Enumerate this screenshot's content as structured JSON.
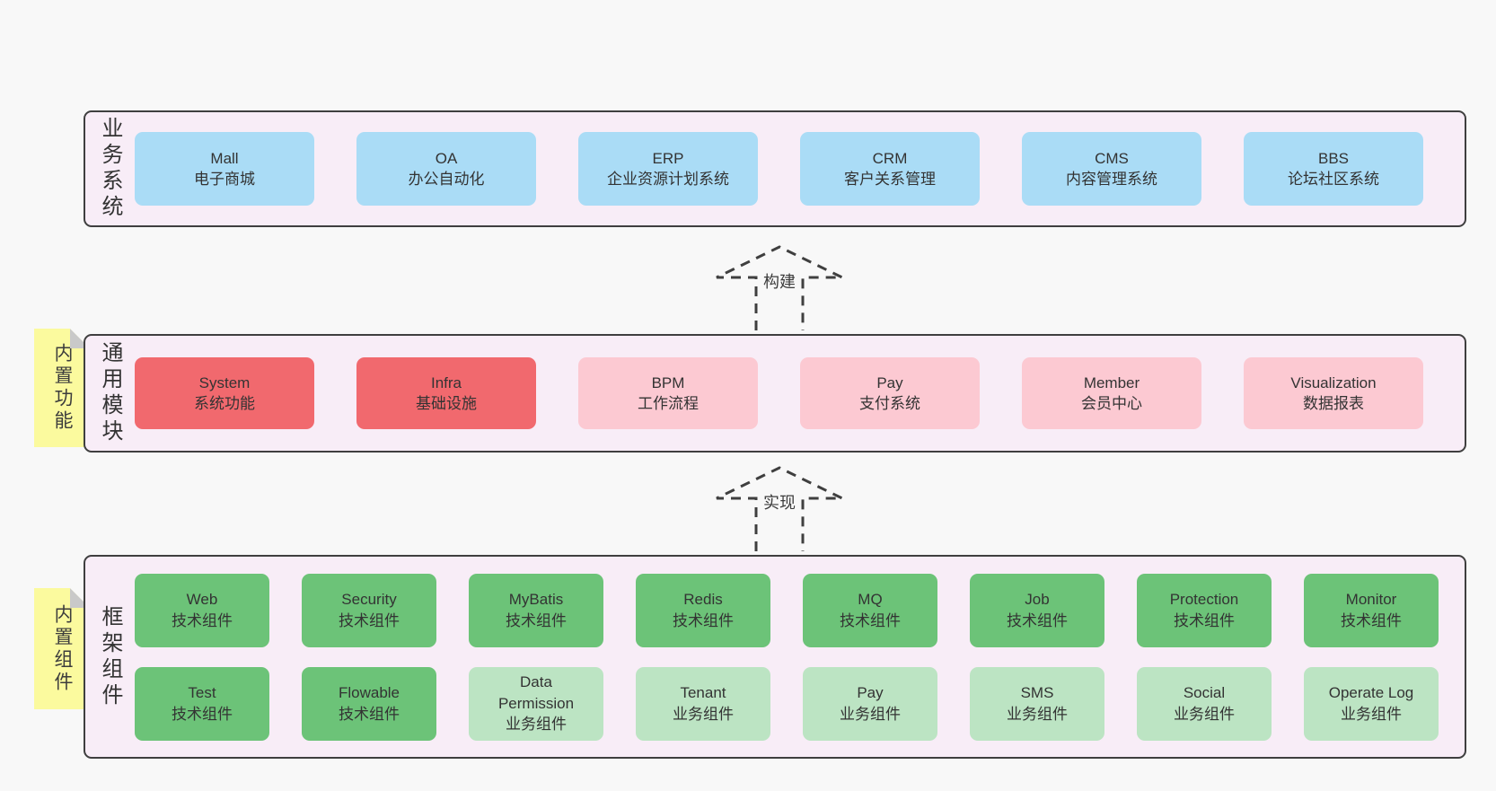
{
  "arrows": {
    "build": "构建",
    "implement": "实现"
  },
  "colors": {
    "page_bg": "#f8f8f8",
    "panel_bg": "#f8edf7",
    "panel_border": "#3f3f3f",
    "blue": "#aadcf6",
    "red": "#f1696e",
    "pink": "#fcc9d2",
    "green": "#6cc378",
    "green_light": "#bce4c3",
    "note_yellow": "#fbfa9e",
    "fold_gray": "#c9c9c9"
  },
  "sections": {
    "business": {
      "label_vertical": "业务系统",
      "boxes": [
        {
          "name": "Mall",
          "desc": "电子商城",
          "variant": "blue"
        },
        {
          "name": "OA",
          "desc": "办公自动化",
          "variant": "blue"
        },
        {
          "name": "ERP",
          "desc": "企业资源计划系统",
          "variant": "blue"
        },
        {
          "name": "CRM",
          "desc": "客户关系管理",
          "variant": "blue"
        },
        {
          "name": "CMS",
          "desc": "内容管理系统",
          "variant": "blue"
        },
        {
          "name": "BBS",
          "desc": "论坛社区系统",
          "variant": "blue"
        }
      ]
    },
    "modules": {
      "label_vertical": "通用模块",
      "note": "内置功能",
      "boxes": [
        {
          "name": "System",
          "desc": "系统功能",
          "variant": "red"
        },
        {
          "name": "Infra",
          "desc": "基础设施",
          "variant": "red"
        },
        {
          "name": "BPM",
          "desc": "工作流程",
          "variant": "pink"
        },
        {
          "name": "Pay",
          "desc": "支付系统",
          "variant": "pink"
        },
        {
          "name": "Member",
          "desc": "会员中心",
          "variant": "pink"
        },
        {
          "name": "Visualization",
          "desc": "数据报表",
          "variant": "pink"
        }
      ]
    },
    "framework": {
      "label_vertical": "框架组件",
      "note": "内置组件",
      "rows": [
        [
          {
            "name": "Web",
            "desc": "技术组件",
            "variant": "green"
          },
          {
            "name": "Security",
            "desc": "技术组件",
            "variant": "green"
          },
          {
            "name": "MyBatis",
            "desc": "技术组件",
            "variant": "green"
          },
          {
            "name": "Redis",
            "desc": "技术组件",
            "variant": "green"
          },
          {
            "name": "MQ",
            "desc": "技术组件",
            "variant": "green"
          },
          {
            "name": "Job",
            "desc": "技术组件",
            "variant": "green"
          },
          {
            "name": "Protection",
            "desc": "技术组件",
            "variant": "green"
          },
          {
            "name": "Monitor",
            "desc": "技术组件",
            "variant": "green"
          }
        ],
        [
          {
            "name": "Test",
            "desc": "技术组件",
            "variant": "green"
          },
          {
            "name": "Flowable",
            "desc": "技术组件",
            "variant": "green"
          },
          {
            "name": "Data Permission",
            "desc": "业务组件",
            "variant": "green-light"
          },
          {
            "name": "Tenant",
            "desc": "业务组件",
            "variant": "green-light"
          },
          {
            "name": "Pay",
            "desc": "业务组件",
            "variant": "green-light"
          },
          {
            "name": "SMS",
            "desc": "业务组件",
            "variant": "green-light"
          },
          {
            "name": "Social",
            "desc": "业务组件",
            "variant": "green-light"
          },
          {
            "name": "Operate Log",
            "desc": "业务组件",
            "variant": "green-light"
          }
        ]
      ]
    }
  }
}
